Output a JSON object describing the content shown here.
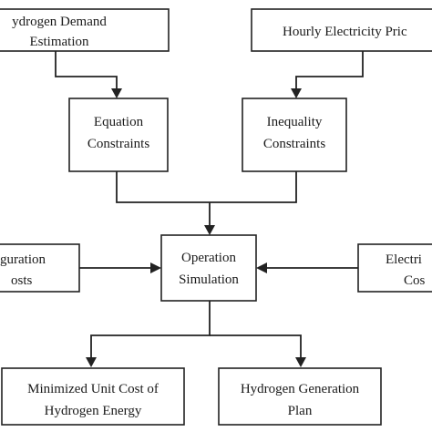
{
  "diagram": {
    "boxes": {
      "hydrogen_demand": {
        "lines": [
          "ydrogen Demand",
          "Estimation"
        ]
      },
      "hourly_price": {
        "lines": [
          "Hourly Electricity Pric"
        ]
      },
      "equation_constraints": {
        "lines": [
          "Equation",
          "Constraints"
        ]
      },
      "inequality_constraints": {
        "lines": [
          "Inequality",
          "Constraints"
        ]
      },
      "config_costs": {
        "lines": [
          "guration",
          "osts"
        ]
      },
      "operation_simulation": {
        "lines": [
          "Operation",
          "Simulation"
        ]
      },
      "electricity_costs": {
        "lines": [
          "Electri",
          "Cos"
        ]
      },
      "min_unit_cost": {
        "lines": [
          "Minimized Unit Cost of",
          "Hydrogen Energy"
        ]
      },
      "generation_plan": {
        "lines": [
          "Hydrogen Generation",
          "Plan"
        ]
      }
    }
  }
}
